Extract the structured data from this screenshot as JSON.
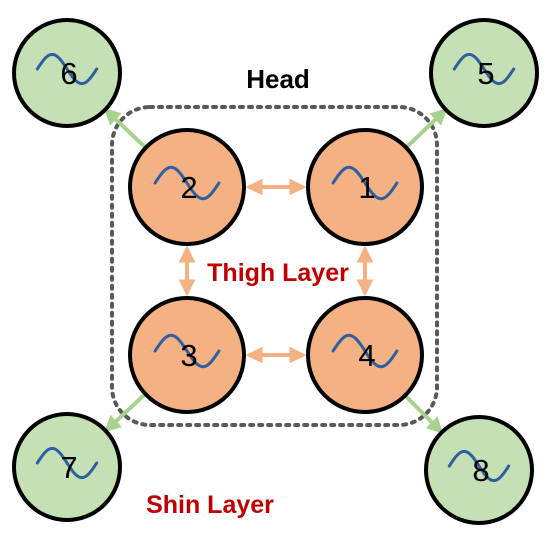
{
  "labels": {
    "head": "Head",
    "thigh_layer": "Thigh Layer",
    "shin_layer": "Shin Layer"
  },
  "nodes": [
    {
      "id": "1",
      "layer": "thigh"
    },
    {
      "id": "2",
      "layer": "thigh"
    },
    {
      "id": "3",
      "layer": "thigh"
    },
    {
      "id": "4",
      "layer": "thigh"
    },
    {
      "id": "5",
      "layer": "shin"
    },
    {
      "id": "6",
      "layer": "shin"
    },
    {
      "id": "7",
      "layer": "shin"
    },
    {
      "id": "8",
      "layer": "shin"
    }
  ],
  "edges": [
    {
      "from": "2",
      "to": "1",
      "type": "bidirectional"
    },
    {
      "from": "3",
      "to": "4",
      "type": "bidirectional"
    },
    {
      "from": "2",
      "to": "3",
      "type": "bidirectional"
    },
    {
      "from": "1",
      "to": "4",
      "type": "bidirectional"
    },
    {
      "from": "1",
      "to": "5",
      "type": "directed"
    },
    {
      "from": "2",
      "to": "6",
      "type": "directed"
    },
    {
      "from": "3",
      "to": "7",
      "type": "directed"
    },
    {
      "from": "4",
      "to": "8",
      "type": "directed"
    }
  ],
  "colors": {
    "thigh_fill": "#f4b183",
    "shin_fill": "#c5e0b4",
    "node_stroke": "#000000",
    "wave": "#2e5f9e",
    "thigh_arrow": "#f4b183",
    "shin_arrow": "#a9d18e",
    "layer_label": "#c00000",
    "head_label": "#000000",
    "dotted_box": "#595959"
  }
}
